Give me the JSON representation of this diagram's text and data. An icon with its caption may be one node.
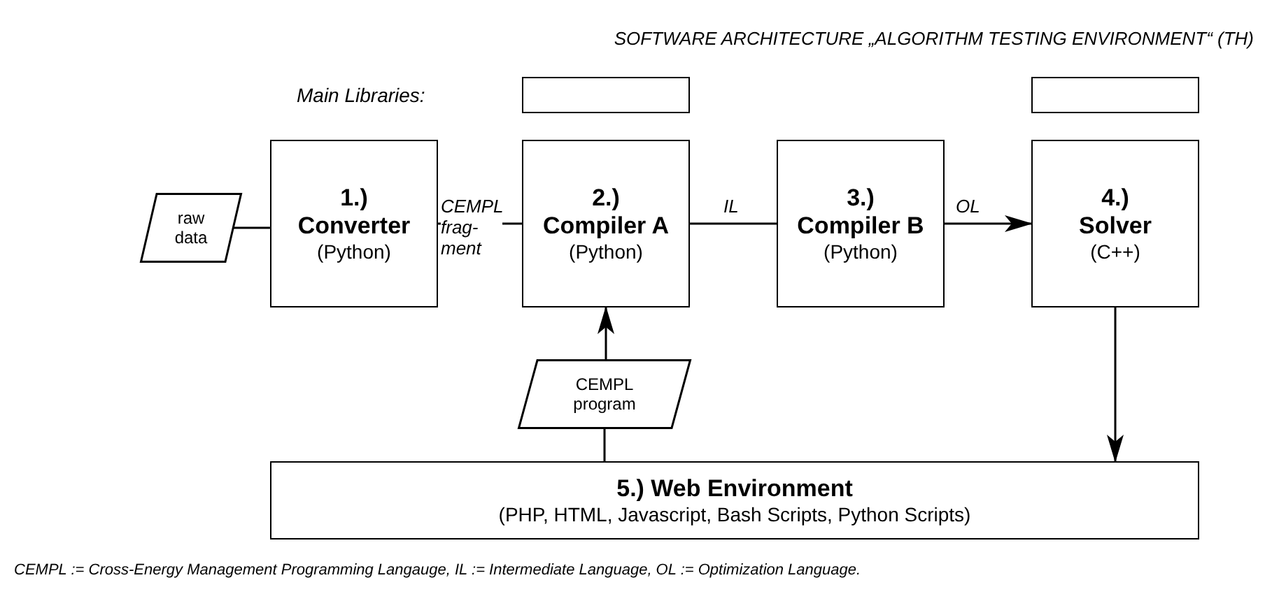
{
  "diagram": {
    "title": "SOFTWARE ARCHITECTURE „ALGORITHM TESTING ENVIRONMENT“ (TH)",
    "caption": "CEMPL := Cross-Energy Management Programming Langauge, IL := Intermediate Language, OL := Optimization Language.",
    "nodes": [
      {
        "text": [],
        "shape": "box"
      },
      {
        "text": [],
        "shape": "box"
      },
      {
        "text": [
          "raw data"
        ]
      },
      {
        "text": [
          "1.) Converter",
          "(Python)"
        ]
      },
      {
        "text": [
          "2.) Compiler A",
          "(Python)"
        ]
      },
      {
        "text": [
          "3.) Compiler B",
          "(Python)"
        ]
      },
      {
        "text": [
          "4.) Solver",
          "(C++)"
        ]
      },
      {
        "text": [
          "CEMPL program"
        ]
      },
      {
        "text": [
          "5.) Web Environment",
          "(PHP, HTML, Javascript, Bash Scripts, Python Scripts)"
        ]
      }
    ],
    "edges": [
      {
        "from": 2,
        "to": 3,
        "arrow": "none"
      },
      {
        "from": 3,
        "to": 4,
        "arrow": "none",
        "label": "CEMPL frag- ment"
      },
      {
        "from": 4,
        "to": 5,
        "arrow": "none",
        "label": "IL"
      },
      {
        "from": 5,
        "to": 6,
        "arrow": "to",
        "label": "OL"
      },
      {
        "from": 6,
        "to": 8,
        "arrow": "to"
      },
      {
        "from": 7,
        "to": 4,
        "arrow": "to"
      },
      {
        "from": 8,
        "to": 7,
        "arrow": "none"
      }
    ],
    "labels": [
      "Main Libraries:"
    ]
  }
}
